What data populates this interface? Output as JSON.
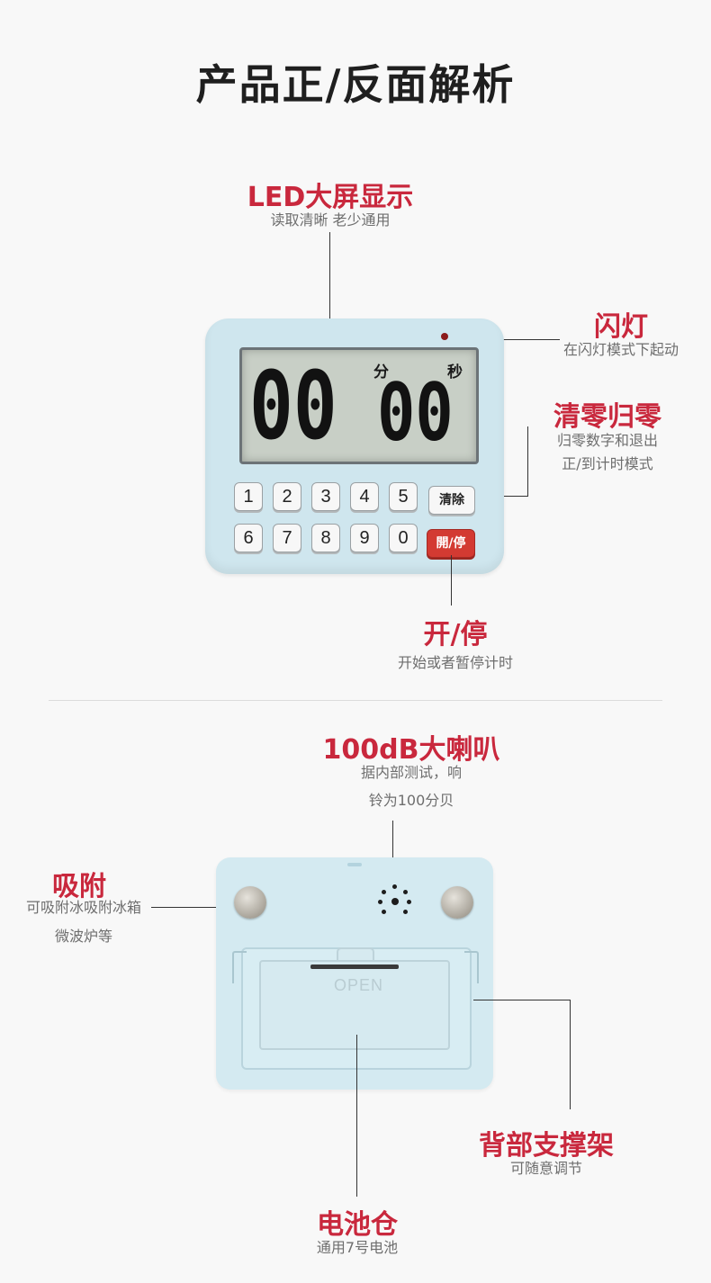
{
  "page_title": "产品正/反面解析",
  "front": {
    "display": {
      "title": "LED大屏显示",
      "subtitle": "读取清晰 老少通用",
      "digits_min": "00",
      "digits_sec": "00",
      "unit_min": "分",
      "unit_sec": "秒"
    },
    "flash": {
      "title": "闪灯",
      "subtitle": "在闪灯模式下起动"
    },
    "reset": {
      "title": "清零归零",
      "subtitle_line1": "归零数字和退出",
      "subtitle_line2": "正/到计时模式"
    },
    "startstop": {
      "title": "开/停",
      "subtitle": "开始或者暂停计时"
    },
    "keys_row1": [
      "1",
      "2",
      "3",
      "4",
      "5"
    ],
    "keys_row2": [
      "6",
      "7",
      "8",
      "9",
      "0"
    ],
    "key_clear": "清除",
    "key_start": "開/停"
  },
  "back": {
    "speaker": {
      "title": "100dB大喇叭",
      "subtitle_line1": "据内部测试，响",
      "subtitle_line2": "铃为100分贝"
    },
    "magnet": {
      "title": "吸附",
      "subtitle_line1": "可吸附冰吸附冰箱",
      "subtitle_line2": "微波炉等"
    },
    "stand": {
      "title": "背部支撑架",
      "subtitle": "可随意调节"
    },
    "battery": {
      "title": "电池仓",
      "subtitle": "通用7号电池",
      "cover_text": "OPEN"
    }
  },
  "colors": {
    "accent": "#c9283d",
    "device_body": "#cfe6ee",
    "start_key": "#d33a32"
  }
}
